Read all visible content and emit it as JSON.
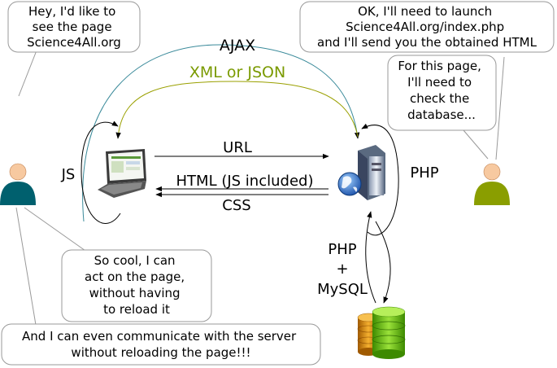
{
  "bubbles": {
    "user_request": [
      "Hey, I'd like to",
      "see the page",
      "Science4All.org"
    ],
    "server_reply": [
      "OK, I'll need to launch",
      "Science4All.org/index.php",
      "and I'll send you the obtained HTML"
    ],
    "server_db": [
      "For this page,",
      "I'll need to",
      "check the",
      "database..."
    ],
    "user_cool": [
      "So cool, I can",
      "act on the page,",
      "without having",
      "to reload it"
    ],
    "user_ajax": [
      "And I can even communicate with the server",
      "without reloading the page!!!"
    ]
  },
  "labels": {
    "ajax": "AJAX",
    "xml_json": "XML or JSON",
    "url": "URL",
    "html": "HTML (JS included)",
    "css": "CSS",
    "js": "JS",
    "php_loop": "PHP",
    "php_db": "PHP",
    "plus": "+",
    "mysql": "MySQL"
  },
  "colors": {
    "ajax_arrow": "#3a8a9a",
    "xml_json": "#7a9a00",
    "client_person": "#00606e",
    "server_person": "#8a9e00"
  },
  "icons": {
    "client": "person-icon",
    "laptop": "laptop-icon",
    "server": "server-icon",
    "database": "database-icon",
    "server_person": "person-icon"
  }
}
